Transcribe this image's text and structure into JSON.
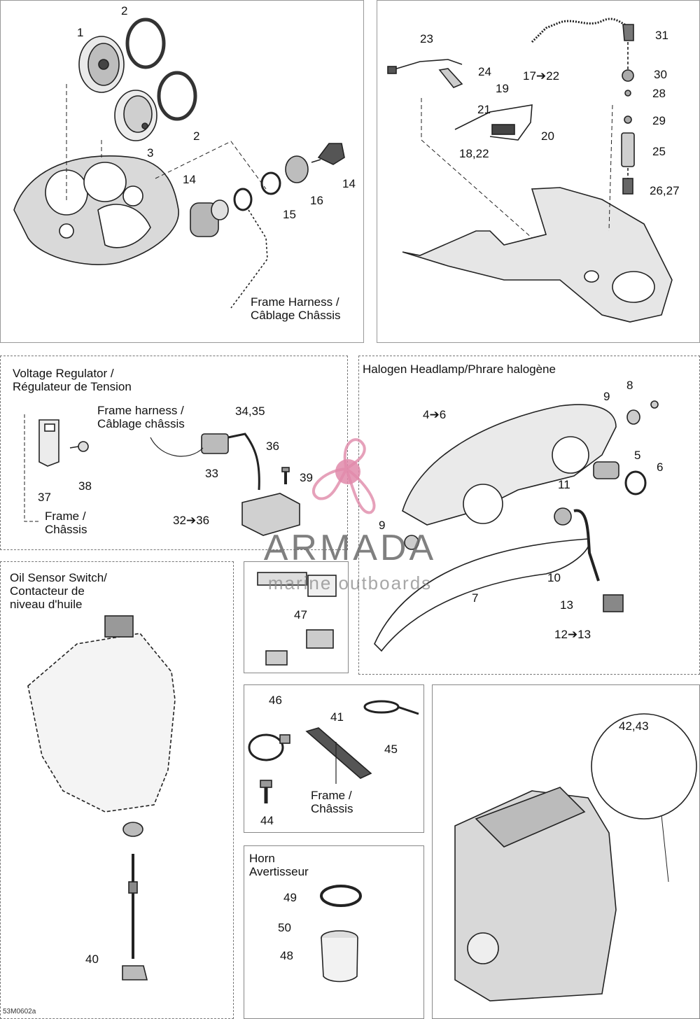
{
  "panels": {
    "voltage_regulator": {
      "title_line1": "Voltage Regulator /",
      "title_line2": "Régulateur de Tension"
    },
    "halogen": {
      "title": "Halogen Headlamp/Phrare halogène"
    },
    "oil_sensor": {
      "title_line1": "Oil Sensor Switch/",
      "title_line2": "Contacteur de",
      "title_line3": "niveau d'huile"
    },
    "horn": {
      "title_line1": "Horn",
      "title_line2": "Avertisseur"
    }
  },
  "labels": {
    "frame_harness_1": "Frame Harness /",
    "frame_harness_2": "Câblage Châssis",
    "frame_harness_b1": "Frame harness /",
    "frame_harness_b2": "Câblage châssis",
    "frame_chassis_1": "Frame /",
    "frame_chassis_2": "Châssis",
    "frame_chassis_b1": "Frame /",
    "frame_chassis_b2": "Châssis"
  },
  "callouts": {
    "c1": "1",
    "c2a": "2",
    "c2b": "2",
    "c3": "3",
    "c14a": "14",
    "c14b": "14",
    "c15": "15",
    "c16": "16",
    "c23": "23",
    "c24": "24",
    "c17_22": "17➔22",
    "c19": "19",
    "c21": "21",
    "c20": "20",
    "c18_22": "18,22",
    "c31": "31",
    "c30": "30",
    "c28": "28",
    "c29": "29",
    "c25": "25",
    "c26_27": "26,27",
    "c34_35": "34,35",
    "c36": "36",
    "c33": "33",
    "c39": "39",
    "c32_36": "32➔36",
    "c37": "37",
    "c38": "38",
    "c8": "8",
    "c9a": "9",
    "c4_6": "4➔6",
    "c5": "5",
    "c6": "6",
    "c11": "11",
    "c9b": "9",
    "c10": "10",
    "c7": "7",
    "c13": "13",
    "c12_13": "12➔13",
    "c47": "47",
    "c46": "46",
    "c41": "41",
    "c45": "45",
    "c44": "44",
    "c42_43": "42,43",
    "c40": "40",
    "c49": "49",
    "c50": "50",
    "c48": "48"
  },
  "watermark": {
    "brand": "ARMADA",
    "tagline": "marine outboards"
  },
  "figure_code": "53M0602a"
}
